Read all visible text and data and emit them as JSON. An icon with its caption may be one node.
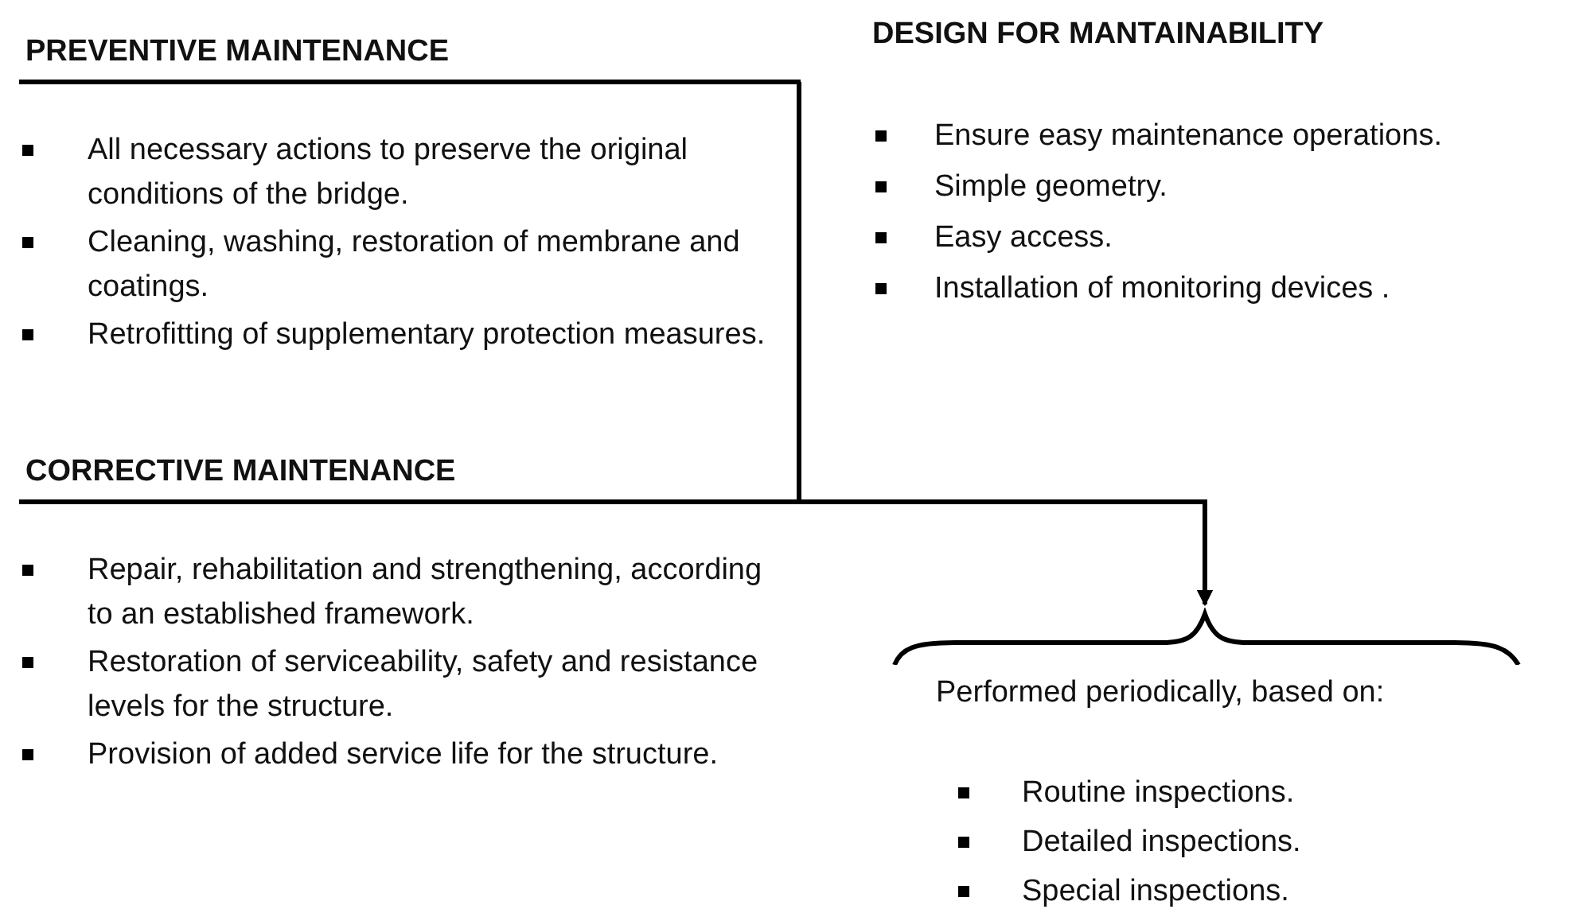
{
  "diagram": {
    "nodes": [
      {
        "text": [
          "PREVENTIVE MAINTENANCE",
          "All necessary actions to preserve the original conditions of the bridge.",
          "Cleaning, washing, restoration of membrane and coatings.",
          "Retrofitting of supplementary protection measures."
        ]
      },
      {
        "text": [
          "CORRECTIVE MAINTENANCE",
          "Repair, rehabilitation and strengthening, according to an established framework.",
          "Restoration of serviceability, safety and resistance levels for the structure.",
          "Provision of added service life for the structure."
        ]
      },
      {
        "text": [
          "Performed periodically, based on:",
          "Routine inspections.",
          "Detailed inspections.",
          "Special inspections."
        ]
      }
    ],
    "edges": [
      {
        "from": 0,
        "to": 2,
        "arrow": "to"
      },
      {
        "from": 1,
        "to": 2,
        "arrow": "to"
      }
    ],
    "labels": [
      "DESIGN FOR MANTAINABILITY",
      "Ensure easy maintenance operations.",
      "Simple geometry.",
      "Easy access.",
      "Installation of monitoring devices ."
    ]
  }
}
